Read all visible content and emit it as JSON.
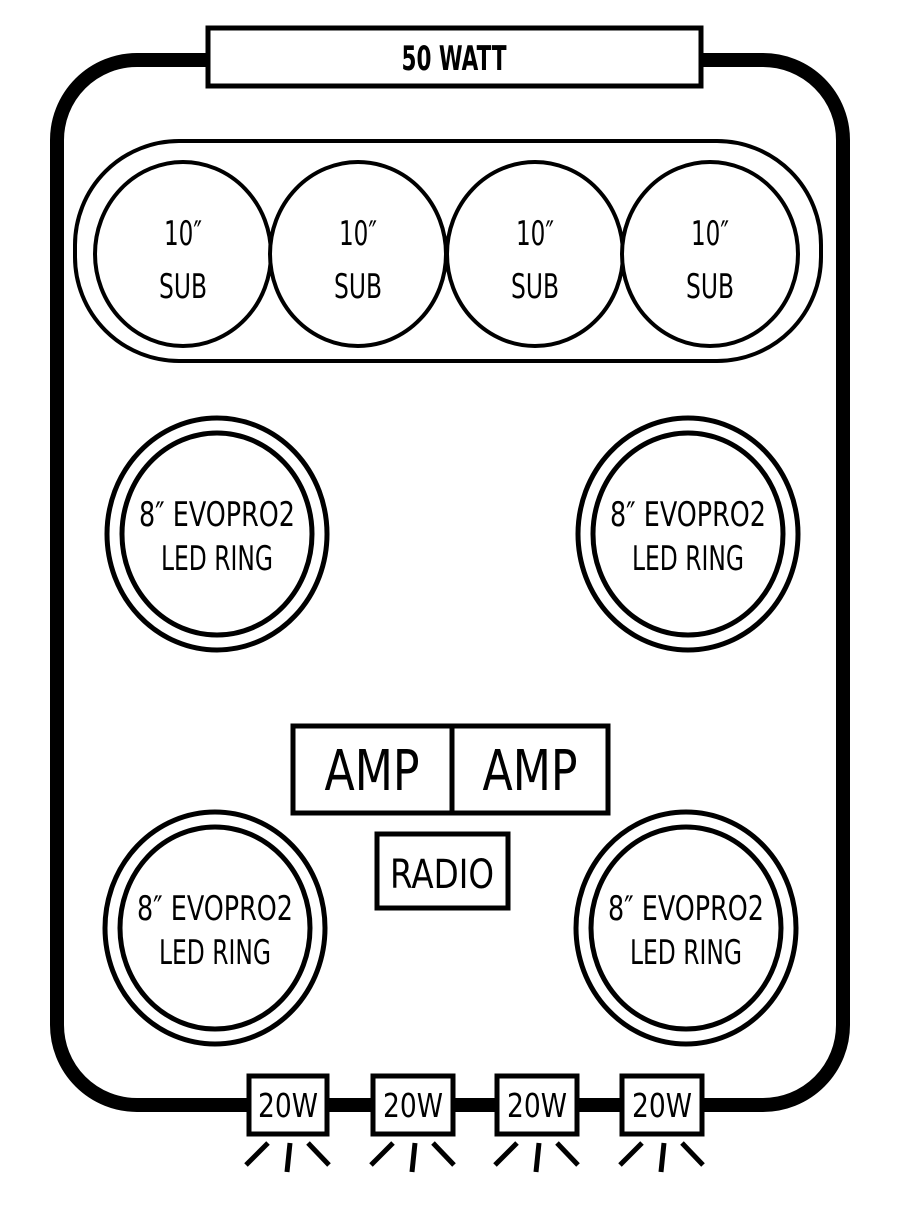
{
  "layout_title": "50 WATT",
  "subwoofers": [
    {
      "line1": "10″",
      "line2": "SUB"
    },
    {
      "line1": "10″",
      "line2": "SUB"
    },
    {
      "line1": "10″",
      "line2": "SUB"
    },
    {
      "line1": "10″",
      "line2": "SUB"
    }
  ],
  "speakers": [
    {
      "line1": "8″ EVOPRO2",
      "line2": "LED RING"
    },
    {
      "line1": "8″ EVOPRO2",
      "line2": "LED RING"
    },
    {
      "line1": "8″ EVOPRO2",
      "line2": "LED RING"
    },
    {
      "line1": "8″ EVOPRO2",
      "line2": "LED RING"
    }
  ],
  "amps": [
    "AMP",
    "AMP"
  ],
  "radio": "RADIO",
  "lights": [
    "20W",
    "20W",
    "20W",
    "20W"
  ],
  "colors": {
    "stroke": "#000000",
    "background": "#ffffff"
  }
}
